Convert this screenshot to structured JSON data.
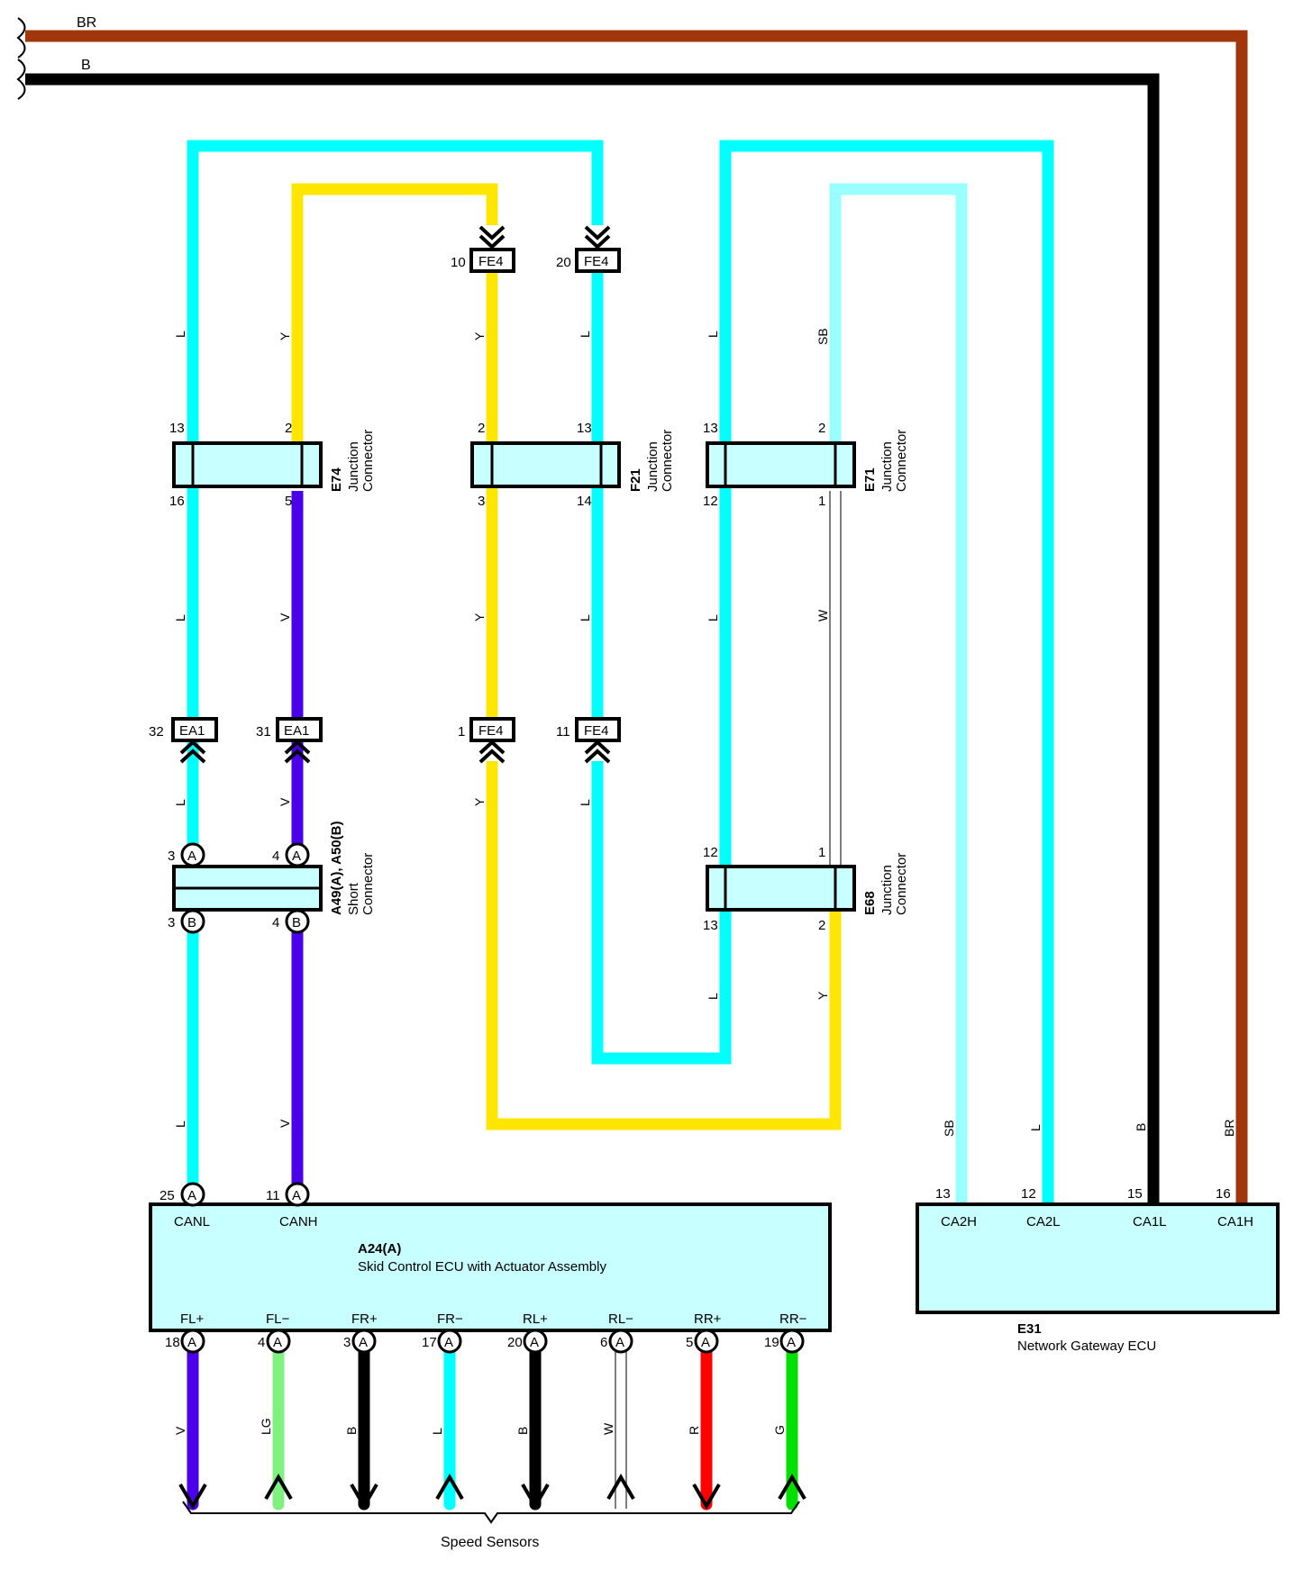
{
  "bus": {
    "br_label": "BR",
    "b_label": "B"
  },
  "colors": {
    "L": "#00FFFF",
    "Y": "#FFE600",
    "V": "#4A00E8",
    "SB": "#99FFFF",
    "B": "#000000",
    "BR": "#A0360A",
    "LG": "#80F080",
    "G": "#00E000",
    "R": "#FF0000",
    "W": "#ffffff",
    "box_fill": "#C8FFFF"
  },
  "fe4": {
    "top_left": {
      "pin": "10",
      "name": "FE4"
    },
    "top_right": {
      "pin": "20",
      "name": "FE4"
    },
    "bottom_left": {
      "pin": "1",
      "name": "FE4"
    },
    "bottom_right": {
      "pin": "11",
      "name": "FE4"
    }
  },
  "ea1": {
    "left": {
      "pin": "32",
      "name": "EA1"
    },
    "right": {
      "pin": "31",
      "name": "EA1"
    }
  },
  "e74": {
    "code": "E74",
    "line1": "Junction",
    "line2": "Connector",
    "pins": {
      "tl": "13",
      "tr": "2",
      "bl": "16",
      "br": "5"
    }
  },
  "f21": {
    "code": "F21",
    "line1": "Junction",
    "line2": "Connector",
    "pins": {
      "tl": "2",
      "tr": "13",
      "bl": "3",
      "br": "14"
    }
  },
  "e71": {
    "code": "E71",
    "line1": "Junction",
    "line2": "Connector",
    "pins": {
      "tl": "13",
      "tr": "2",
      "bl": "12",
      "br": "1"
    }
  },
  "e68": {
    "code": "E68",
    "line1": "Junction",
    "line2": "Connector",
    "pins": {
      "tl": "12",
      "tr": "1",
      "bl": "13",
      "br": "2"
    }
  },
  "a49": {
    "code": "A49(A), A50(B)",
    "line1": "Short",
    "line2": "Connector",
    "pins": {
      "tl": "3",
      "tr": "4",
      "bl": "3",
      "br": "4"
    },
    "letters": {
      "top": "A",
      "bottom": "B"
    }
  },
  "wire_labels": {
    "l_col1": [
      "L",
      "L",
      "L",
      "L"
    ],
    "col2": [
      "Y",
      "V",
      "V",
      "V"
    ],
    "col3": [
      "Y",
      "Y",
      "Y"
    ],
    "col4": [
      "L",
      "L",
      "L"
    ],
    "col5": [
      "L",
      "L",
      "L"
    ],
    "col6": [
      "SB",
      "W",
      "Y"
    ],
    "gw": [
      "SB",
      "L",
      "B",
      "BR"
    ]
  },
  "a24": {
    "code": "A24(A)",
    "name": "Skid Control ECU with Actuator Assembly",
    "top_pins": [
      {
        "num": "25",
        "letter": "A",
        "name": "CANL"
      },
      {
        "num": "11",
        "letter": "A",
        "name": "CANH"
      }
    ],
    "bottom_pins": [
      {
        "num": "18",
        "letter": "A",
        "name": "FL+",
        "wire": "V"
      },
      {
        "num": "4",
        "letter": "A",
        "name": "FL−",
        "wire": "LG"
      },
      {
        "num": "3",
        "letter": "A",
        "name": "FR+",
        "wire": "B"
      },
      {
        "num": "17",
        "letter": "A",
        "name": "FR−",
        "wire": "L"
      },
      {
        "num": "20",
        "letter": "A",
        "name": "RL+",
        "wire": "B"
      },
      {
        "num": "6",
        "letter": "A",
        "name": "RL−",
        "wire": "W"
      },
      {
        "num": "5",
        "letter": "A",
        "name": "RR+",
        "wire": "R"
      },
      {
        "num": "19",
        "letter": "A",
        "name": "RR−",
        "wire": "G"
      }
    ]
  },
  "e31": {
    "code": "E31",
    "name": "Network Gateway ECU",
    "pins": [
      {
        "num": "13",
        "name": "CA2H"
      },
      {
        "num": "12",
        "name": "CA2L"
      },
      {
        "num": "15",
        "name": "CA1L"
      },
      {
        "num": "16",
        "name": "CA1H"
      }
    ]
  },
  "speed_sensors": "Speed Sensors"
}
